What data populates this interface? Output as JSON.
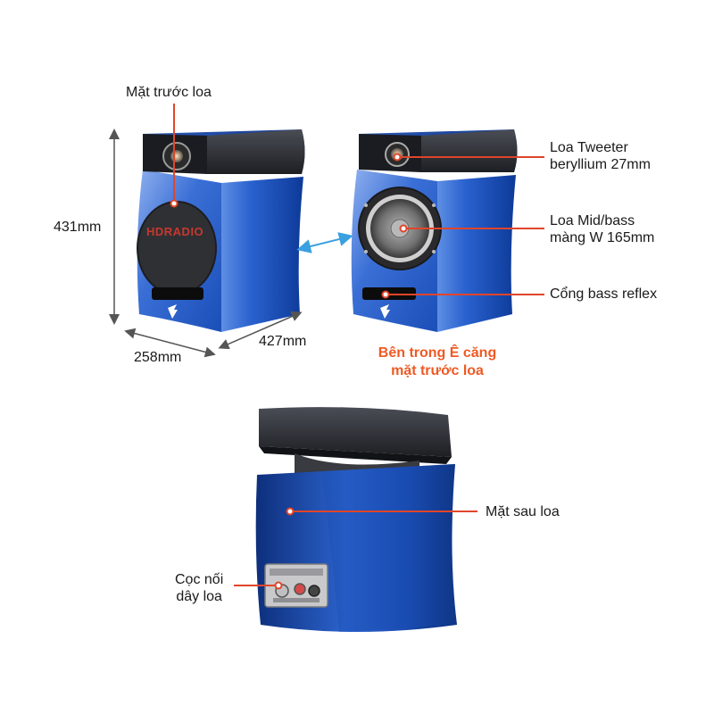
{
  "labels": {
    "front_face": "Mặt trước loa",
    "tweeter_line1": "Loa Tweeter",
    "tweeter_line2": "beryllium 27mm",
    "midbass_line1": "Loa Mid/bass",
    "midbass_line2": "màng W 165mm",
    "bass_port": "Cổng bass reflex",
    "inside_line1": "Bên trong Ê căng",
    "inside_line2": "mặt trước loa",
    "rear_face": "Mặt sau loa",
    "terminals_line1": "Cọc nối",
    "terminals_line2": "dây loa"
  },
  "dimensions": {
    "height": "431mm",
    "width": "258mm",
    "depth": "427mm"
  },
  "watermark": "HDRADIO",
  "colors": {
    "cabinet_blue": "#1f5fc9",
    "cabinet_dark_blue": "#0b2f7a",
    "top_black": "#2a2c31",
    "accent": "#ee5a24",
    "marker_red": "#e0452a",
    "arrow_blue": "#3aa0e0",
    "dim_line": "#555555"
  },
  "icons": [
    "focal-logo-icon",
    "double-arrow-icon"
  ]
}
